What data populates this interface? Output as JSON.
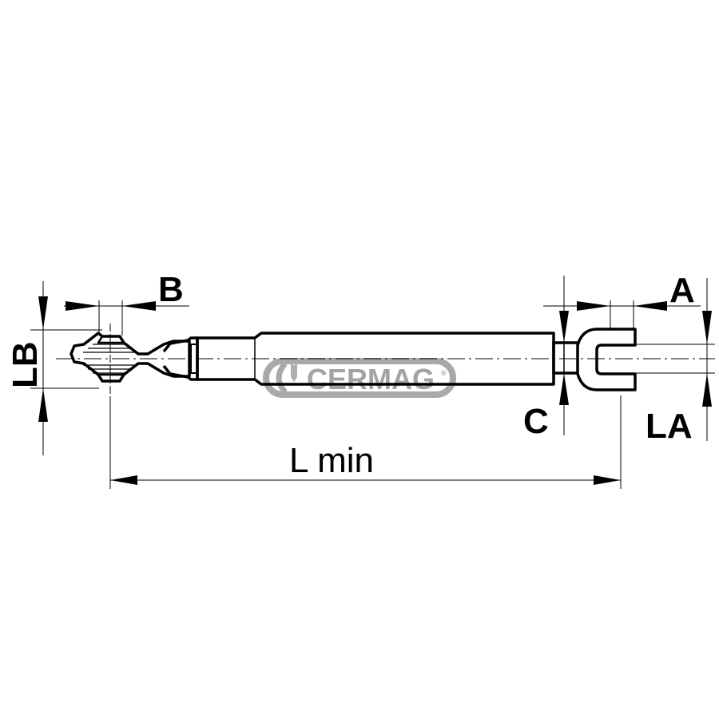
{
  "drawing": {
    "subject": "Top link with ball end and fork end",
    "dimension_labels": {
      "B": "B",
      "LB": "LB",
      "A": "A",
      "C": "C",
      "LA": "LA",
      "L_min": "L min"
    },
    "logo": {
      "text": "CERMAG",
      "registered": "®",
      "color": "#9a9a9a"
    },
    "colors": {
      "line": "#000000",
      "background": "#ffffff",
      "watermark": "#9a9a9a"
    }
  }
}
